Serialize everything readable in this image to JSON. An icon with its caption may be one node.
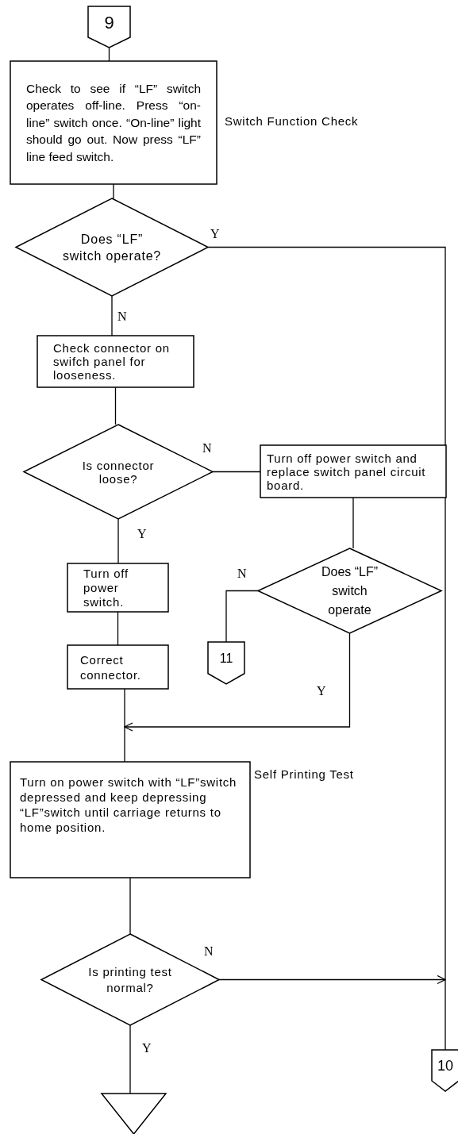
{
  "diagram": {
    "nodes": [
      {
        "text": [
          "9"
        ]
      },
      {
        "text": [
          "Check to see if “LF” switch operates off-line. Press “on-line” switch once. “On-line” light should go out. Now press “LF” line feed switch."
        ],
        "beside": [
          "Switch Function Check"
        ]
      },
      {
        "text": [
          "Does “LF” switch operate?"
        ]
      },
      {
        "text": [
          "Check connector on swifch panel for looseness."
        ]
      },
      {
        "text": [
          "Is connector loose?"
        ]
      },
      {
        "text": [
          "Turn off power switch and replace switch panel circuit board."
        ]
      },
      {
        "text": [
          "Turn off power switch."
        ]
      },
      {
        "text": [
          "Does “LF” switch operate"
        ]
      },
      {
        "text": [
          "11"
        ]
      },
      {
        "text": [
          "Correct connector."
        ]
      },
      {
        "text": [
          "Turn on power switch with “LF”switch depressed and keep depressing “LF”switch until carriage returns to home position."
        ],
        "beside": [
          "Self Printing Test"
        ]
      },
      {
        "text": [
          "Is printing test normal?"
        ]
      },
      {
        "text": [
          "10"
        ]
      },
      {
        "text": [],
        "shape": "triangle"
      }
    ],
    "edges": [
      {
        "from": 0,
        "to": 1,
        "arrow": "none"
      },
      {
        "from": 1,
        "to": 2,
        "arrow": "none"
      },
      {
        "from": 2,
        "to": 12,
        "arrow": "none",
        "label": "Y"
      },
      {
        "from": 2,
        "to": 3,
        "arrow": "none",
        "label": "N"
      },
      {
        "from": 3,
        "to": 4,
        "arrow": "none"
      },
      {
        "from": 4,
        "to": 5,
        "arrow": "none",
        "label": "N"
      },
      {
        "from": 4,
        "to": 6,
        "arrow": "none",
        "label": "Y"
      },
      {
        "from": 6,
        "to": 9,
        "arrow": "none"
      },
      {
        "from": 5,
        "to": 7,
        "arrow": "none"
      },
      {
        "from": 7,
        "to": 8,
        "arrow": "none",
        "label": "N"
      },
      {
        "from": 7,
        "to": 10,
        "arrow": "to",
        "label": "Y"
      },
      {
        "from": 9,
        "to": 10,
        "arrow": "none"
      },
      {
        "from": 10,
        "to": 11,
        "arrow": "none"
      },
      {
        "from": 11,
        "to": 12,
        "arrow": "to",
        "label": "N"
      },
      {
        "from": 11,
        "to": 13,
        "arrow": "none",
        "label": "Y"
      }
    ]
  }
}
